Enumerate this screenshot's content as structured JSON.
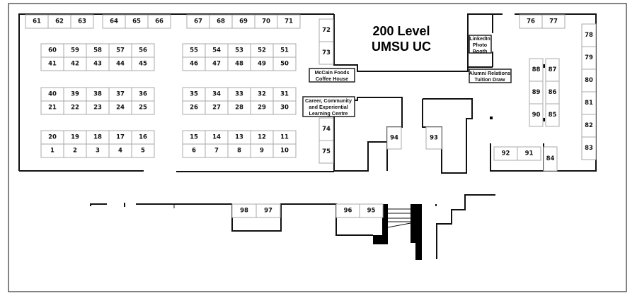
{
  "title": {
    "line1": "200 Level",
    "line2": "UMSU UC"
  },
  "labels": {
    "mccain": [
      "McCain Foods",
      "Coffee House"
    ],
    "career": [
      "Career, Community",
      "and Experiential",
      "Learning Centre"
    ],
    "linkedin": [
      "LinkedIn",
      "Photo",
      "Booth"
    ],
    "alumni": [
      "Alumni Relations",
      "Tuition Draw"
    ]
  },
  "booths": {
    "top_row_a": [
      "61",
      "62",
      "63"
    ],
    "top_row_b": [
      "64",
      "65",
      "66"
    ],
    "top_row_c": [
      "67",
      "68",
      "69",
      "70",
      "71"
    ],
    "block_left_1_top": [
      "60",
      "59",
      "58",
      "57",
      "56"
    ],
    "block_left_1_bottom": [
      "41",
      "42",
      "43",
      "44",
      "45"
    ],
    "block_right_1_top": [
      "55",
      "54",
      "53",
      "52",
      "51"
    ],
    "block_right_1_bottom": [
      "46",
      "47",
      "48",
      "49",
      "50"
    ],
    "block_left_2_top": [
      "40",
      "39",
      "38",
      "37",
      "36"
    ],
    "block_left_2_bottom": [
      "21",
      "22",
      "23",
      "24",
      "25"
    ],
    "block_right_2_top": [
      "35",
      "34",
      "33",
      "32",
      "31"
    ],
    "block_right_2_bottom": [
      "26",
      "27",
      "28",
      "29",
      "30"
    ],
    "block_left_3_top": [
      "20",
      "19",
      "18",
      "17",
      "16"
    ],
    "block_left_3_bottom": [
      "1",
      "2",
      "3",
      "4",
      "5"
    ],
    "block_right_3_top": [
      "15",
      "14",
      "13",
      "12",
      "11"
    ],
    "block_right_3_bottom": [
      "6",
      "7",
      "8",
      "9",
      "10"
    ],
    "column_72_73": [
      "72",
      "73"
    ],
    "column_74_75": [
      "74",
      "75"
    ],
    "single_94": "94",
    "single_93": "93",
    "top_76_77": [
      "76",
      "77"
    ],
    "right_column": [
      "78",
      "79",
      "80",
      "81",
      "82",
      "83"
    ],
    "col_88_90": [
      "88",
      "89",
      "90"
    ],
    "col_87_85": [
      "87",
      "86",
      "85"
    ],
    "row_92_91": [
      "92",
      "91"
    ],
    "single_84": "84",
    "row_98_97": [
      "98",
      "97"
    ],
    "row_96_95": [
      "96",
      "95"
    ]
  }
}
